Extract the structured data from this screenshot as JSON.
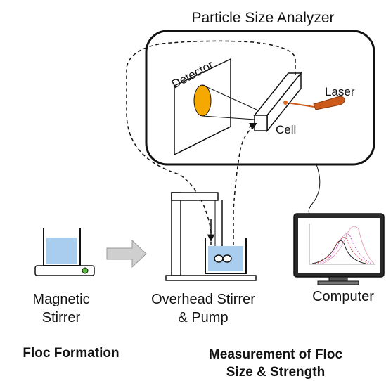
{
  "labels": {
    "analyzer_title": "Particle Size Analyzer",
    "detector": "Detector",
    "laser": "Laser",
    "cell": "Cell",
    "magnetic_line1": "Magnetic",
    "magnetic_line2": "Stirrer",
    "overhead_line1": "Overhead Stirrer",
    "overhead_line2": "& Pump",
    "computer": "Computer",
    "floc_formation": "Floc Formation",
    "measurement_line1": "Measurement of Floc",
    "measurement_line2": "Size & Strength"
  },
  "colors": {
    "water": "#a9cdee",
    "detector_spot": "#f5a800",
    "laser": "#cc5a1a",
    "arrow_fill": "#cfcfcf",
    "indicator": "#5bbf3a"
  }
}
